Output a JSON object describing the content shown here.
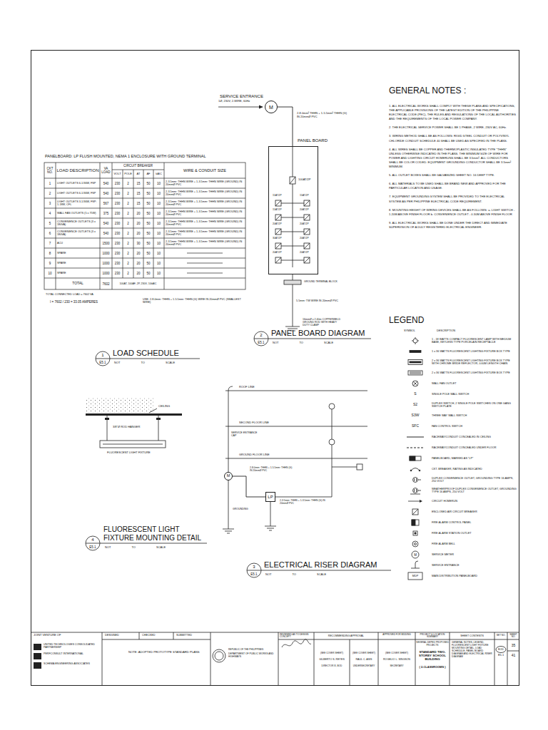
{
  "diagram": {
    "nodes": [
      {
        "text": [
          "M"
        ]
      },
      {
        "text": [
          "PANEL BOARD"
        ]
      },
      {
        "text": [
          "M"
        ]
      },
      {
        "text": [
          "LP"
        ]
      }
    ],
    "edges": [
      {
        "from": 0,
        "to": 1,
        "arrow": "none"
      },
      {
        "from": 2,
        "to": 3,
        "arrow": "none"
      }
    ],
    "labels": [
      "PANELBOARD: LP FLUSH MOUNTED, NEMA 1 ENCLOSURE WITH GROUND TERMINAL",
      "CKT NO.",
      "LOAD DESCRIPTION",
      "VA LOAD",
      "CIRCUIT BREAKER",
      "VOLT",
      "POLE",
      "AT",
      "AF",
      "kAIC",
      "WIRE & CONDUIT SIZE",
      "1",
      "LIGHT OUTLETS 6-1/36W, FSP",
      "540",
      "230",
      "2",
      "15",
      "50",
      "10",
      "2-3.5mm² THHN WIRE + 1-3.5mm² THHN WIRE (GROUND) IN 20mmØ PVC",
      "2",
      "LIGHT OUTLETS 6-1/36W, FSP",
      "540",
      "230",
      "2",
      "15",
      "50",
      "10",
      "2-3.5mm² THHN WIRE + 1-3.5mm² THHN WIRE (GROUND) IN 20mmØ PVC",
      "3",
      "LIGHT OUTLETS 3-1/36W, FSP; 1-18W, CFL",
      "567",
      "230",
      "2",
      "15",
      "50",
      "10",
      "2-3.5mm² THHN WIRE + 1-3.5mm² THHN WIRE (GROUND) IN 20mmØ PVC",
      "4",
      "WALL FAN OUTLETS (5 x 75W)",
      "375",
      "230",
      "2",
      "20",
      "50",
      "10",
      "2-3.5mm² THHN WIRE + 1-3.5mm² THHN WIRE (GROUND) IN 20mmØ PVC",
      "5",
      "CONVENIENCE OUTLETS (3 x 180VA)",
      "540",
      "230",
      "2",
      "20",
      "50",
      "10",
      "2-3.5mm² THHN WIRE + 1-3.5mm² THHN WIRE (GROUND) IN 20mmØ PVC",
      "6",
      "CONVENIENCE OUTLETS (3 x 180VA)",
      "540",
      "230",
      "2",
      "20",
      "50",
      "10",
      "2-3.5mm² THHN WIRE + 1-3.5mm² THHN WIRE (GROUND) IN 20mmØ PVC",
      "7",
      "ACU",
      "1500",
      "230",
      "2",
      "30",
      "50",
      "10",
      "2-3.5mm² THHN WIRE + 1-3.5mm² THHN WIRE (GROUND) IN 20mmØ PVC",
      "8",
      "SPARE",
      "1000",
      "230",
      "2",
      "20",
      "50",
      "10",
      "9",
      "SPARE",
      "1000",
      "230",
      "2",
      "20",
      "50",
      "10",
      "10",
      "SPARE",
      "1000",
      "230",
      "2",
      "20",
      "50",
      "10",
      "TOTAL",
      "7602",
      "100AT, 100AF, 2P, 230V, 10kAIC",
      "TOTAL CONNECTED LOAD = 7602 VA",
      "I = 7602 / 230 = 33.05 AMPERES",
      "USE: 2-8.0mm² THHN + 1-5.5mm² THHN (G) WIRE IN 20mmØ PVC (SMALLEST WIRE)",
      "1",
      "E5.1",
      "LOAD SCHEDULE",
      "NOT TO SCALE",
      "SERVICE ENTRANCE",
      "1Ø, 230V, 2-WIRE, 60Hz",
      "2-8.0mm² THHN + 1-5.5mm² THHN (G) IN 20mmØ PVC",
      "100AT/2P",
      "GROUND TERMINAL BLOCK",
      "5.5mm² TW WIRE IN 20mmØ PVC",
      "16mmØ x 2.40m COPPERWELD GROUND ROD WITH HEAVY DUTY CLAMP",
      "15AT/2P",
      "15AT/2P",
      "15AT/2P",
      "20AT/2P",
      "20AT/2P",
      "20AT/2P",
      "30AT/2P",
      "20AT/2P",
      "20AT/2P",
      "20AT/2P",
      "2",
      "E5.1",
      "PANEL BOARD DIAGRAM",
      "NOT TO SCALE",
      "CEILING",
      "3/8\"Ø ROD HANGER",
      "FLUORESCENT LIGHT FIXTURE",
      "4",
      "E5.1",
      "FLUORESCENT LIGHT FIXTURE MOUNTING DETAIL",
      "NOT TO SCALE",
      "ROOF LINE",
      "SECOND FLOOR LINE",
      "GROUND FLOOR LINE",
      "SERVICE ENTRANCE CAP",
      "2-8.0mm² THHN + 1-5.5mm² THHN (G) IN 20mmØ PVC",
      "GROUNDING",
      "2-3.5mm² THHN + 1-3.5mm² THHN (G) IN 20mmØ PVC",
      "3",
      "E5.1",
      "ELECTRICAL RISER DIAGRAM",
      "NOT TO SCALE",
      "GENERAL NOTES :",
      "1. ALL ELECTRICAL WORKS SHALL COMPLY WITH THESE PLANS AND SPECIFICATIONS, THE APPLICABLE PROVISIONS OF THE LATEST EDITION OF THE PHILIPPINE ELECTRICAL CODE (PEC), THE RULES AND REGULATIONS OF THE LOCAL AUTHORITIES AND THE REQUIREMENTS OF THE LOCAL POWER COMPANY.",
      "2. THE ELECTRICAL SERVICE POWER SHALL BE 1 PHASE, 2 WIRE, 230V AC, 60Hz.",
      "3. WIRING METHOD SHALL BE AS FOLLOWS: RIGID STEEL CONDUIT OR POLYVINYL CHLORIDE CONDUIT SCHEDULE 40 SHALL BE USED AS SPECIFIED IN THE PLANS.",
      "4. ALL WIRES SHALL BE COPPER AND THERMOPLASTIC INSULATED TYPE \"THHN\" UNLESS OTHERWISE INDICATED IN THE PLANS. THE MINIMUM SIZE OF WIRE FOR POWER AND LIGHTING CIRCUIT HOMERUNS SHALL BE 3.5mm². ALL CONDUCTORS SHALL BE COLOR CODED. EQUIPMENT GROUNDING CONDUCTOR SHALL BE 3.5mm² MINIMUM.",
      "5. ALL OUTLET BOXES SHALL BE GALVANIZED SHEET NO. 16 DEEP TYPE.",
      "6. ALL MATERIALS TO BE USED SHALL BE BRAND NEW AND APPROVED FOR THE PARTICULAR LOCATION AND USAGE.",
      "7. EQUIPMENT GROUNDING SYSTEM SHALL BE PROVIDED TO THE ELECTRICAL SYSTEM AS PER PHILIPPINE ELECTRICAL CODE REQUIREMENT.",
      "8. MOUNTING HEIGHT OF WIRING DEVICES SHALL BE AS FOLLOWS: a. LIGHT SWITCH - 1.20M ABOVE FINISH FLOOR b. CONVENIENCE OUTLET - 0.30M ABOVE FINISH FLOOR",
      "9. ALL ELECTRICAL WORKS SHALL BE DONE UNDER THE DIRECT AND IMMEDIATE SUPERVISION OF A DULY REGISTERED ELECTRICAL ENGINEER.",
      "LEGEND",
      "SYMBOL",
      "DESCRIPTION",
      "S",
      "S2",
      "S3W",
      "SFC",
      "M",
      "MDP",
      "JOINT VENTURE OF",
      "UNITED TECHNOLOGIES CONSOLIDATED PARTNERSHIP",
      "PERFCONSULT INTERNATIONAL",
      "SCHEMA ENGINEERING ASSOCIATES",
      "DESIGNED",
      "CHECKED",
      "SUBMITTED",
      "NOTE: ADOPTED PROTOTYPE STANDARD PLANS",
      "REPUBLIC OF THE PHILIPPINES",
      "DEPARTMENT OF PUBLIC WORKS AND HIGHWAYS",
      "REVIEWED AS TO DESIGN CONCEPT",
      "RECOMMENDING APPROVAL",
      "APPROVED FOR BIDDING",
      "PROJECT & LOCATION SUMMARY",
      "SHEET CONTENTS",
      "SET NO.",
      "SHEET NO.",
      "(SEE COVER SHEET)",
      "(SEE COVER SHEET)",
      "(SEE COVER SHEET)",
      "GILBERTO S. REYES",
      "RAUL C. ASIS",
      "ROGELIO L. SINGSON",
      "DIRECTOR III, BOD",
      "UNDERSECRETARY",
      "SECRETARY",
      "SEVERAL DEPED PROPOSED PROJECTS",
      "STANDARD TWO-STOREY SCHOOL BUILDING",
      "( 2-CLASSROOMS )",
      "GENERAL NOTES, LEGEND, FLUORESCENT LIGHT FIXTURE MOUNTING DETAIL, LOAD SCHEDULE, PANEL BOARD DIAGRAM AND ELECTRICAL RISER DIAGRAM",
      "BOD",
      "E5.1",
      "35",
      "41"
    ],
    "legend": [
      {
        "text": "1 - 18 WATTS COMPACT FLUORESCENT LAMP WITH MEDIUM BASE, KEYLESS TYPE PORCELAIN RECEPTACLE"
      },
      {
        "text": "1 x 36 WATTS FLUORESCENT LIGHTING FIXTURE BOX TYPE"
      },
      {
        "text": "2 x 36 WATTS FLUORESCENT LIGHTING FIXTURE BOX TYPE WITH CHROME BRIDE REFLECTOR, 0.60M LENGTH CHAIN"
      },
      {
        "text": "2 x 36 WATTS FLUORESCENT LIGHTING FIXTURE BOX TYPE"
      },
      {
        "text": "WALL FAN OUTLET"
      },
      {
        "text": "SINGLE POLE WALL SWITCH"
      },
      {
        "text": "DUPLEX SWITCH, 2 SINGLE POLE SWITCHES ON ONE GANG SWITCH PLATE"
      },
      {
        "text": "THREE WAY WALL SWITCH"
      },
      {
        "text": "FAN CONTROL SWITCH"
      },
      {
        "text": "RACEWAY/CONDUIT CONCEALED IN CEILING"
      },
      {
        "text": "RACEWAY/CONDUIT CONCEALED UNDER FLOOR"
      },
      {
        "text": "PANELBOARD, MARKED AS \"LP\""
      },
      {
        "text": "CKT. BREAKER, RATING AS INDICATED"
      },
      {
        "text": "DUPLEX CONVENIENCE OUTLET, GROUNDING TYPE 16 AMPS, 250 VOLT"
      },
      {
        "text": "WEATHERPROOF DUPLEX CONVENIENCE OUTLET, GROUNDING TYPE 16 AMPS, 250 VOLT"
      },
      {
        "text": "CIRCUIT HOMERUN"
      },
      {
        "text": "ENCLOSED AIR CIRCUIT BREAKER"
      },
      {
        "text": "FIRE ALARM CONTROL PANEL"
      },
      {
        "text": "FIRE ALARM STATION OUTLET"
      },
      {
        "text": "FIRE ALARM BELL"
      },
      {
        "text": "SERVICE METER"
      },
      {
        "text": "SERVICE ENTRANCE"
      },
      {
        "text": "MAIN DISTRIBUTION PANELBOARD"
      }
    ]
  }
}
